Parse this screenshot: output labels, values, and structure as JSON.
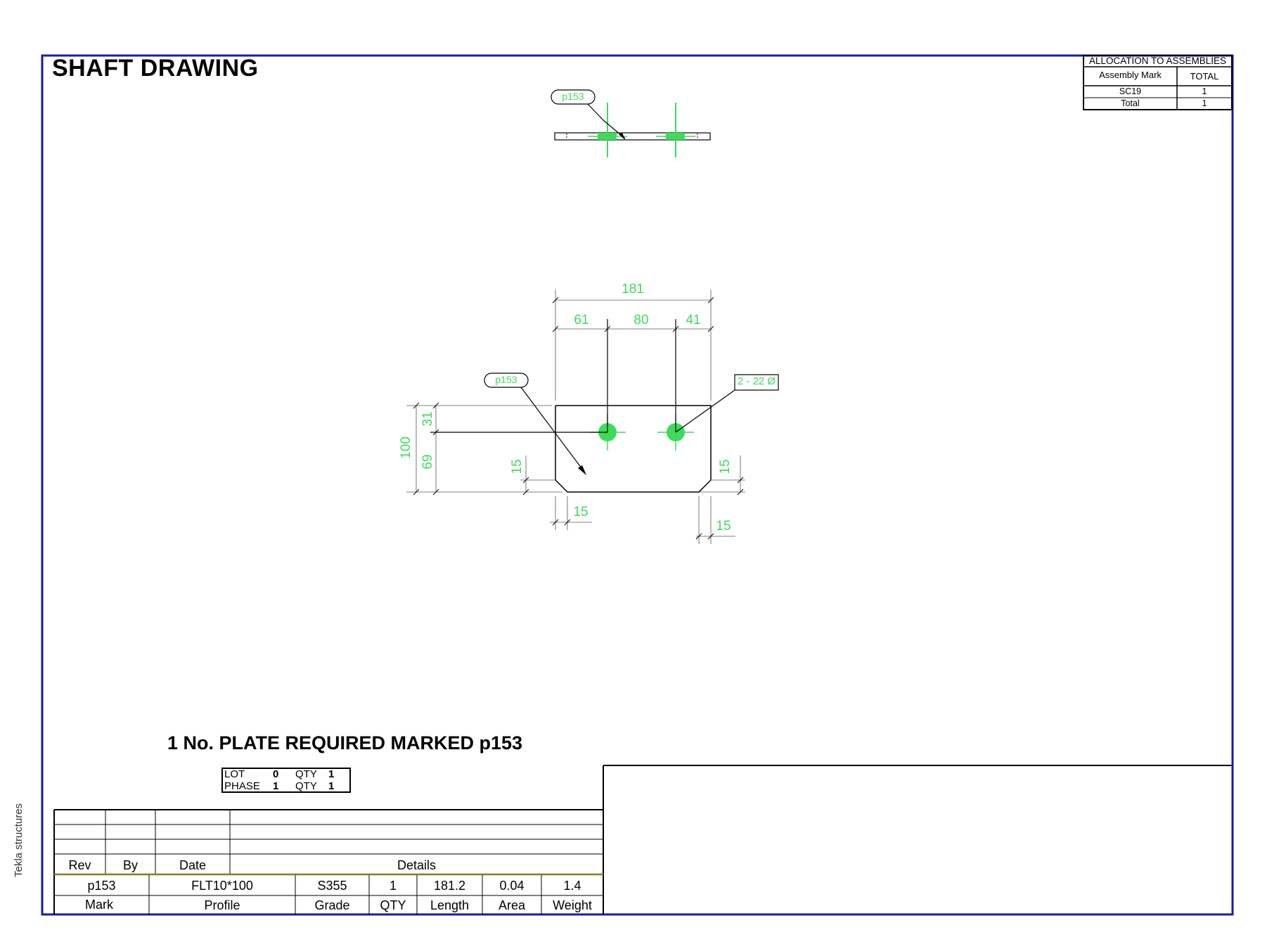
{
  "title": "SHAFT DRAWING",
  "requirement": "1 No. PLATE REQUIRED MARKED p153",
  "software_label": "Tekla structures",
  "allocation": {
    "heading": "ALLOCATION TO ASSEMBLIES",
    "col_mark": "Assembly Mark",
    "col_total": "TOTAL",
    "rows": [
      {
        "mark": "SC19",
        "total": "1"
      },
      {
        "mark": "Total",
        "total": "1"
      }
    ]
  },
  "lot_box": {
    "lot_label": "LOT",
    "lot_value": "0",
    "lot_qty_label": "QTY",
    "lot_qty_value": "1",
    "phase_label": "PHASE",
    "phase_value": "1",
    "phase_qty_label": "QTY",
    "phase_qty_value": "1"
  },
  "revision": {
    "headers": [
      "Rev",
      "By",
      "Date",
      "Details"
    ]
  },
  "part": {
    "values": [
      "p153",
      "FLT10*100",
      "S355",
      "1",
      "181.2",
      "0.04",
      "1.4"
    ],
    "headers": [
      "Mark",
      "Profile",
      "Grade",
      "QTY",
      "Length",
      "Area",
      "Weight"
    ]
  },
  "drawing": {
    "part_mark_top": "p153",
    "part_mark_front": "p153",
    "hole_label": "2 - 22 Ø",
    "dim_overall": "181",
    "dim_a": "61",
    "dim_b": "80",
    "dim_c": "41",
    "dim_height": "100",
    "dim_top_hole": "31",
    "dim_bottom_hole": "69",
    "dim_chamfer_left_v": "15",
    "dim_chamfer_right_v": "15",
    "dim_chamfer_left_h": "15",
    "dim_chamfer_right_h": "15"
  },
  "colors": {
    "border": "#1a1aa8",
    "dimension": "#3ddc5a",
    "title_rule": "#8a7a20"
  }
}
